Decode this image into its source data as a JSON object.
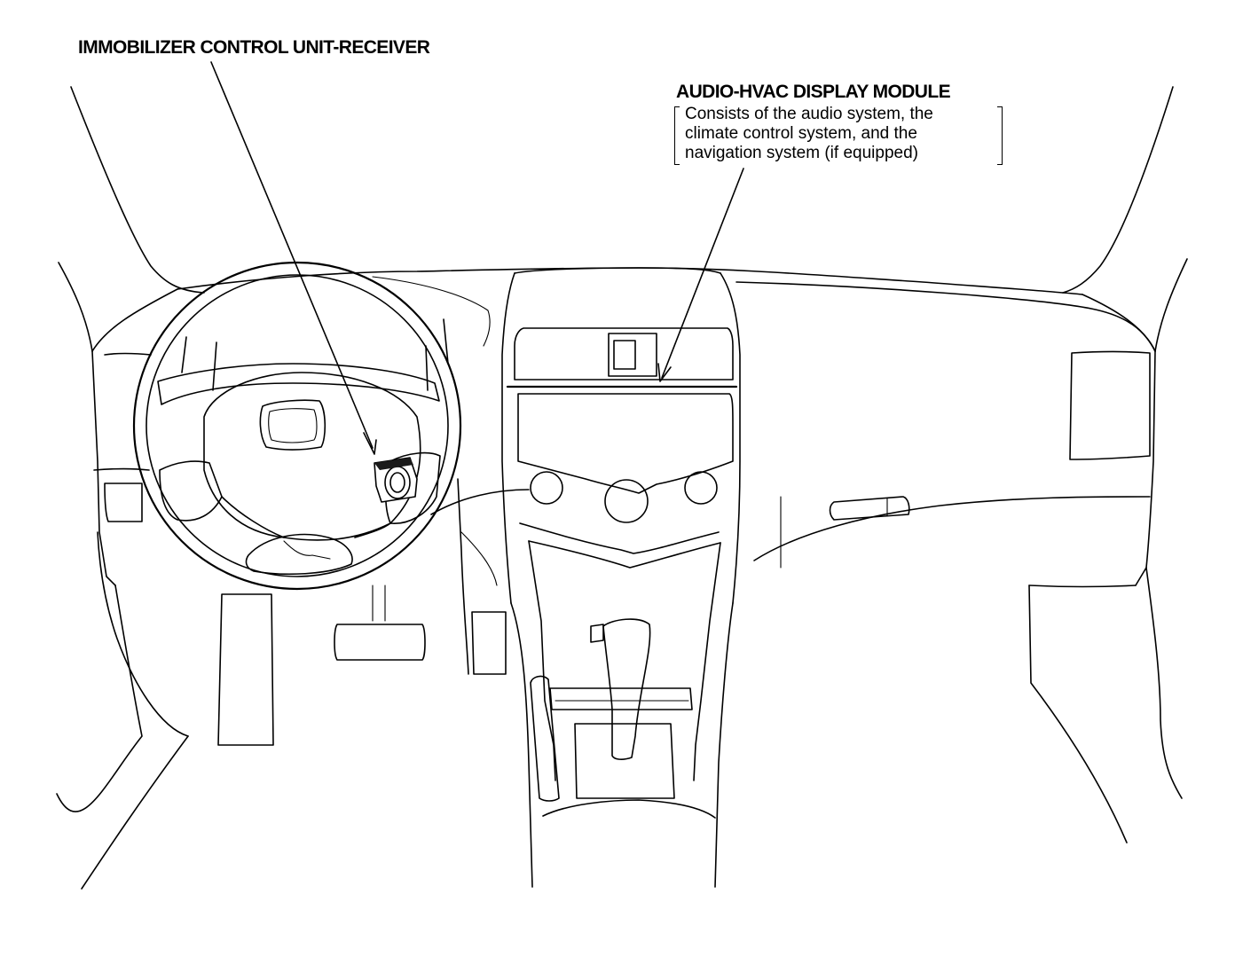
{
  "callouts": {
    "immobilizer": {
      "title": "IMMOBILIZER CONTROL UNIT-RECEIVER"
    },
    "audio_hvac": {
      "title": "AUDIO-HVAC DISPLAY MODULE",
      "note_lines": [
        "Consists of the audio system, the",
        "climate control system, and the",
        "navigation system (if equipped)"
      ]
    }
  },
  "colors": {
    "line": "#000000",
    "background": "#ffffff"
  }
}
